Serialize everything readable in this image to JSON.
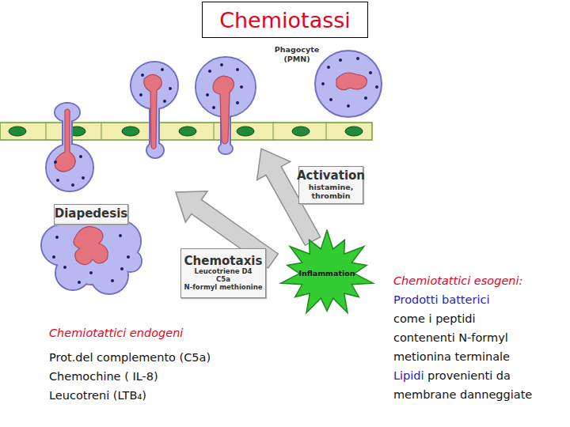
{
  "diagram": {
    "title": "Chemiotassi",
    "nodes": [
      {
        "text": [
          "Activation",
          "histamine, thrombin"
        ]
      },
      {
        "text": [
          "Diapedesis"
        ]
      },
      {
        "text": [
          "Chemotaxis",
          "Leucotriene D4",
          "C5a",
          "N-formyl methionine"
        ]
      },
      {
        "text": [
          "Inflammation"
        ]
      }
    ],
    "labels": [
      "Phagocyte (PMN)",
      "Chemiotattici endogeni",
      "Prot.del complemento (C5a)",
      "Chemochine ( IL-8)",
      "Leucotreni (LTB₄)",
      "Chemiotattici esogeni:",
      "Prodotti batterici",
      "come i peptidi contenenti N-formyl metionina terminale",
      "Lipidi",
      "provenienti da membrane danneggiate"
    ]
  }
}
